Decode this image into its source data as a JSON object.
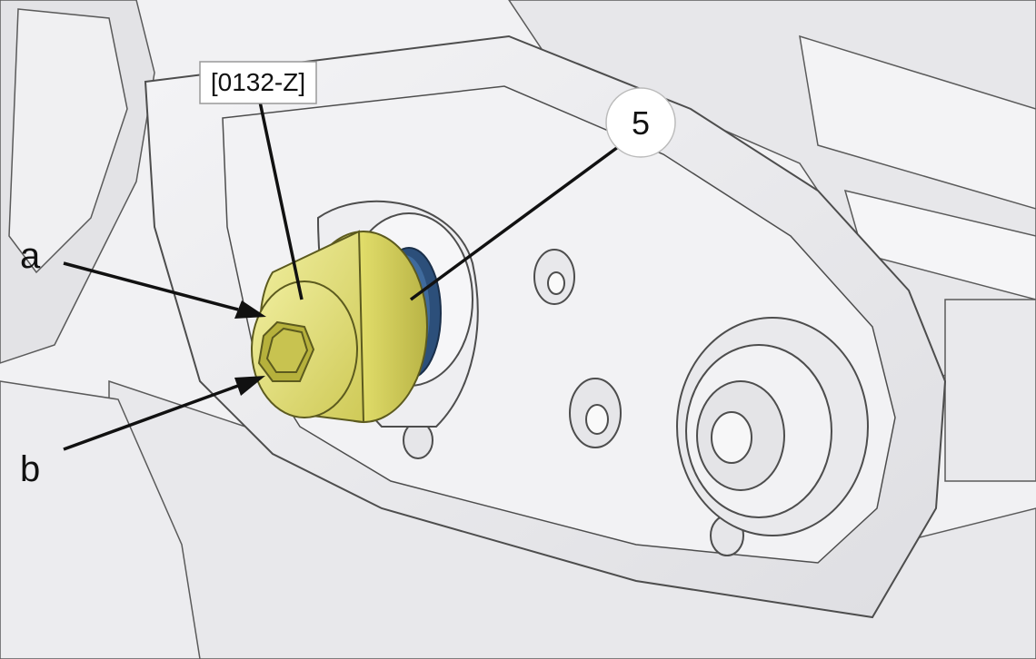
{
  "callouts": {
    "tool_ref": "[0132-Z]",
    "part_number": "5",
    "label_a": "a",
    "label_b": "b"
  },
  "colors": {
    "tool_yellow": "#e6e27a",
    "tool_shadow": "#b7b34a",
    "gear_blue": "#2c4f7a",
    "engine_gray": "#ececee",
    "engine_line": "#5a5a5a",
    "callout_line": "#111111"
  }
}
